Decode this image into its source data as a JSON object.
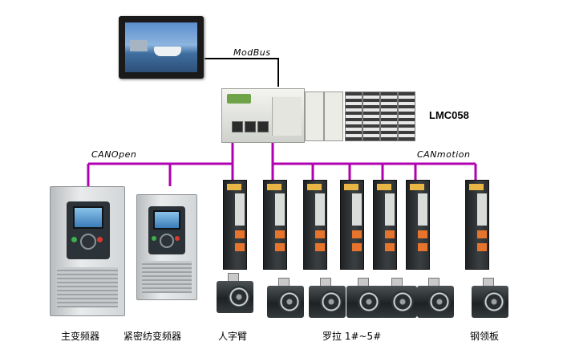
{
  "network": {
    "modbus_label": "ModBus",
    "canopen_label": "CANOpen",
    "canmotion_label": "CANmotion",
    "bus_color": "#b000b0"
  },
  "controller": {
    "name": "LMC058"
  },
  "devices": {
    "main_vfd_caption": "主变频器",
    "dense_vfd_caption": "紧密纺变频器",
    "herringbone_caption": "人字臂",
    "roller_caption": "罗拉 1#~5#",
    "steel_plate_caption": "钢领板"
  },
  "icons": [
    "hmi-touchscreen-icon",
    "plc-controller-icon",
    "vfd-drive-icon",
    "servo-drive-icon",
    "servo-motor-icon"
  ]
}
